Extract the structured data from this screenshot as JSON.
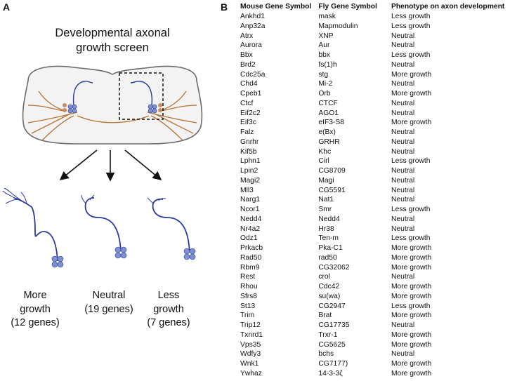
{
  "panelA": {
    "label": "A",
    "title_line1": "Developmental axonal",
    "title_line2": "growth screen",
    "captions": {
      "more": [
        "More",
        "growth",
        "(12 genes)"
      ],
      "neutral": [
        "Neutral",
        "(19 genes)"
      ],
      "less": [
        "Less",
        "growth",
        "(7 genes)"
      ]
    },
    "colors": {
      "axon": "#2a3a9e",
      "brain_outline": "#6b6b6b",
      "nerve": "#b87333",
      "cell_body": "#7f8fcf"
    }
  },
  "panelB": {
    "label": "B",
    "headers": [
      "Mouse Gene Symbol",
      "Fly Gene Symbol",
      "Phenotype on axon development"
    ],
    "rows": [
      [
        "Ankhd1",
        "mask",
        "Less growth"
      ],
      [
        "Anp32a",
        "Mapmodulin",
        "Less growth"
      ],
      [
        "Atrx",
        "XNP",
        "Neutral"
      ],
      [
        "Aurora",
        "Aur",
        "Neutral"
      ],
      [
        "Bbx",
        "bbx",
        "Less growth"
      ],
      [
        "Brd2",
        "fs(1)h",
        "Neutral"
      ],
      [
        "Cdc25a",
        "stg",
        "More growth"
      ],
      [
        "Chd4",
        "Mi-2",
        "Neutral"
      ],
      [
        "Cpeb1",
        "Orb",
        "More growth"
      ],
      [
        "Ctcf",
        "CTCF",
        "Neutral"
      ],
      [
        "Eif2c2",
        "AGO1",
        "Neutral"
      ],
      [
        "Eif3c",
        "eIF3-S8",
        "More growth"
      ],
      [
        "Falz",
        "e(Bx)",
        "Neutral"
      ],
      [
        "Gnrhr",
        "GRHR",
        "Neutral"
      ],
      [
        "Kif5b",
        "Khc",
        "Neutral"
      ],
      [
        "Lphn1",
        "Cirl",
        "Less growth"
      ],
      [
        "Lpin2",
        "CG8709",
        "Neutral"
      ],
      [
        "Magi2",
        "Magi",
        "Neutral"
      ],
      [
        "Mll3",
        "CG5591",
        "Neutral"
      ],
      [
        "Narg1",
        "Nat1",
        "Neutral"
      ],
      [
        "Ncor1",
        "Smr",
        "Less growth"
      ],
      [
        "Nedd4",
        "Nedd4",
        "Neutral"
      ],
      [
        "Nr4a2",
        "Hr38",
        "Neutral"
      ],
      [
        "Odz1",
        "Ten-m",
        "Less growth"
      ],
      [
        "Prkacb",
        "Pka-C1",
        "More growth"
      ],
      [
        "Rad50",
        "rad50",
        "More growth"
      ],
      [
        "Rbm9",
        "CG32062",
        "More growth"
      ],
      [
        "Rest",
        "crol",
        "Neutral"
      ],
      [
        "Rhou",
        "Cdc42",
        "More growth"
      ],
      [
        "Sfrs8",
        "su(wa)",
        "More growth"
      ],
      [
        "St13",
        "CG2947",
        "Less growth"
      ],
      [
        "Trim",
        "Brat",
        "More growth"
      ],
      [
        "Trip12",
        "CG17735",
        "Neutral"
      ],
      [
        "Txnrd1",
        "Trxr-1",
        "More growth"
      ],
      [
        "Vps35",
        "CG5625",
        "More growth"
      ],
      [
        "Wdfy3",
        "bchs",
        "Neutral"
      ],
      [
        "Wnk1",
        "CG7177)",
        "More growth"
      ],
      [
        "Ywhaz",
        "14-3-3ζ",
        "More growth"
      ]
    ]
  }
}
